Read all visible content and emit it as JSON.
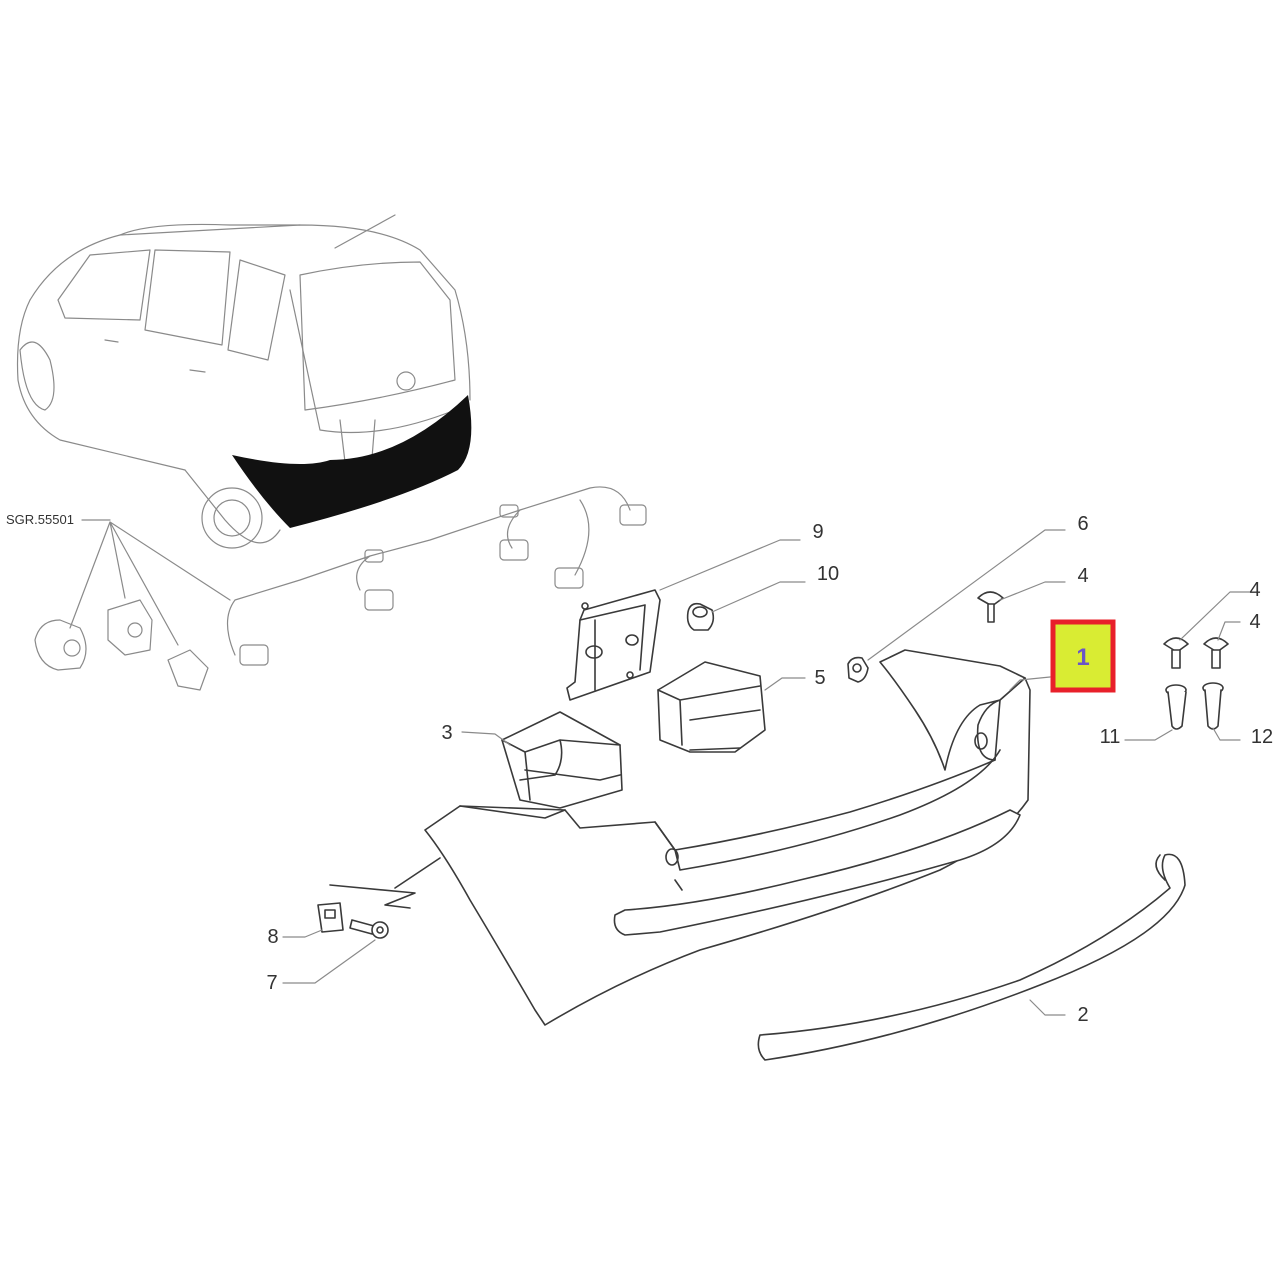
{
  "diagram": {
    "section_code": "SGR.55501",
    "callouts": {
      "c1": "1",
      "c2": "2",
      "c3": "3",
      "c4a": "4",
      "c4b": "4",
      "c4c": "4",
      "c5": "5",
      "c6": "6",
      "c7": "7",
      "c8": "8",
      "c9": "9",
      "c10": "10",
      "c11": "11",
      "c12": "12"
    },
    "highlight": {
      "callout": "1",
      "fill_color": "#d9ec33",
      "border_color": "#e8202a"
    }
  }
}
